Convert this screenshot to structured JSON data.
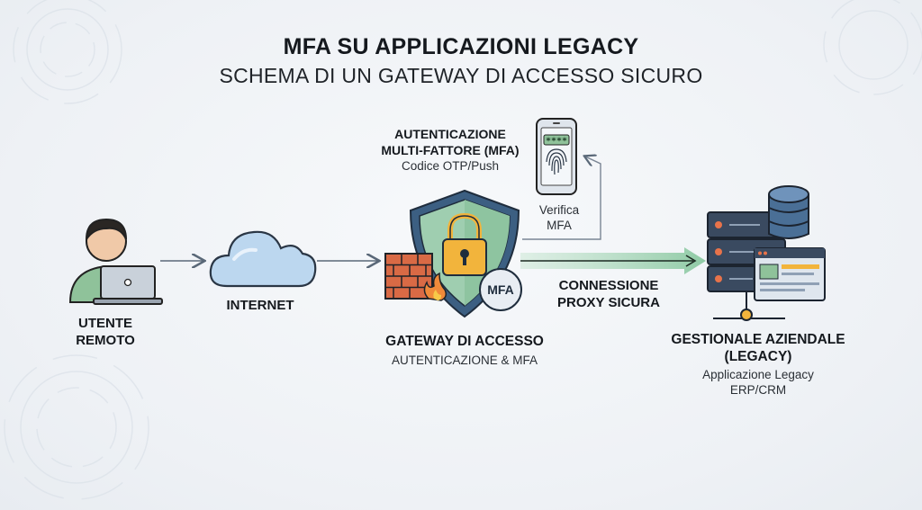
{
  "header": {
    "title": "MFA SU APPLICAZIONI LEGACY",
    "subtitle": "SCHEMA DI UN GATEWAY DI ACCESSO SICURO"
  },
  "nodes": {
    "user": {
      "label_line1": "UTENTE",
      "label_line2": "REMOTO",
      "icon": "user-laptop-icon"
    },
    "internet": {
      "label": "INTERNET",
      "icon": "cloud-icon"
    },
    "gateway": {
      "label": "GATEWAY DI ACCESSO",
      "sublabel": "AUTENTICAZIONE & MFA",
      "badge": "MFA",
      "icon": "shield-lock-icon"
    },
    "mfa": {
      "label_line1": "AUTENTICAZIONE",
      "label_line2": "MULTI-FATTORE (MFA)",
      "sublabel": "Codice OTP/Push",
      "otp_mask": "****",
      "icon": "smartphone-fingerprint-icon"
    },
    "legacy": {
      "label_line1": "GESTIONALE AZIENDALE",
      "label_line2": "(LEGACY)",
      "sublabel_line1": "Applicazione Legacy",
      "sublabel_line2": "ERP/CRM",
      "icon": "server-database-icon"
    }
  },
  "edges": {
    "verify": {
      "label_line1": "Verifica",
      "label_line2": "MFA"
    },
    "proxy": {
      "label_line1": "CONNESSIONE",
      "label_line2": "PROXY SICURA"
    }
  },
  "colors": {
    "shield": "#3c5f82",
    "shield_inner": "#9fceb0",
    "lock": "#f2b43c",
    "firewall": "#d96a45",
    "server": "#3a4a60",
    "database": "#4a6f96",
    "proxy_band": "#a9d6b8",
    "arrow": "#5a6878"
  }
}
